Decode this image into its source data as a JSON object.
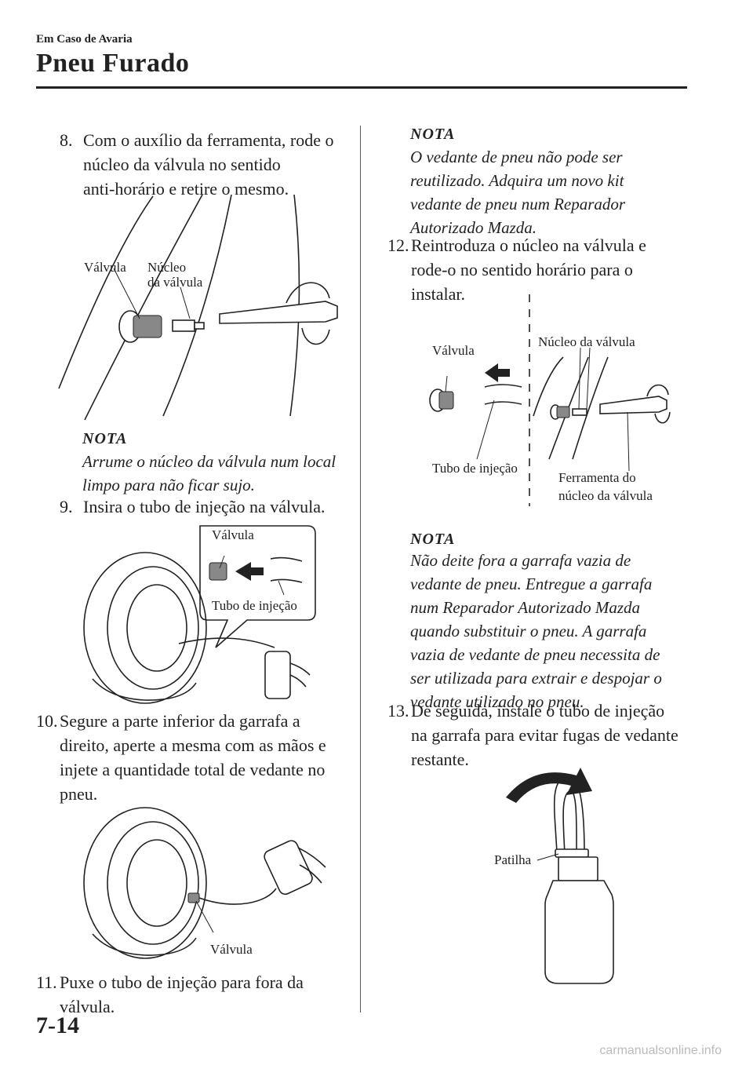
{
  "header": {
    "section": "Em Caso de Avaria",
    "title": "Pneu Furado"
  },
  "steps": [
    {
      "num": "8.",
      "lines": [
        "Com o auxílio da ferramenta, rode o",
        "núcleo da válvula no sentido",
        "anti-horário e retire o mesmo."
      ]
    },
    {
      "num": "9.",
      "lines": [
        "Insira o tubo de injeção na válvula."
      ]
    },
    {
      "num": "10.",
      "lines": [
        "Segure a parte inferior da garrafa a",
        "direito, aperte a mesma com as mãos e",
        "injete a quantidade total de vedante no",
        "pneu."
      ]
    },
    {
      "num": "11.",
      "lines": [
        "Puxe o tubo de injeção para fora da",
        "válvula."
      ]
    },
    {
      "num": "12.",
      "lines": [
        "Reintroduza o núcleo na válvula e",
        "rode-o no sentido horário para o",
        "instalar."
      ]
    },
    {
      "num": "13.",
      "lines": [
        "De seguida, instale o tubo de injeção",
        "na garrafa para evitar fugas de vedante",
        "restante."
      ]
    }
  ],
  "notes": [
    {
      "heading": "NOTA",
      "lines": [
        "Arrume o núcleo da válvula num local",
        "limpo para não ficar sujo."
      ]
    },
    {
      "heading": "NOTA",
      "lines": [
        "O vedante de pneu não pode ser",
        "reutilizado. Adquira um novo kit",
        "vedante de pneu num Reparador",
        "Autorizado Mazda."
      ]
    },
    {
      "heading": "NOTA",
      "lines": [
        "Não deite fora a garrafa vazia de",
        "vedante de pneu. Entregue a garrafa",
        "num Reparador Autorizado Mazda",
        "quando substituir o pneu. A garrafa",
        "vazia de vedante de pneu necessita de",
        "ser utilizada para extrair e despojar o",
        "vedante utilizado no pneu."
      ]
    }
  ],
  "figures": {
    "fig1": {
      "valve": "Válvula",
      "core_1": "Núcleo",
      "core_2": "da válvula"
    },
    "fig2": {
      "valve": "Válvula",
      "tube": "Tubo de injeção"
    },
    "fig3": {
      "valve": "Válvula"
    },
    "fig4": {
      "valve": "Válvula",
      "core": "Núcleo da válvula",
      "tube": "Tubo de injeção",
      "tool_1": "Ferramenta do",
      "tool_2": "núcleo da válvula"
    },
    "fig5": {
      "cap": "Patilha"
    }
  },
  "footer": {
    "page": "7-14",
    "watermark": "carmanualsonline.info"
  }
}
